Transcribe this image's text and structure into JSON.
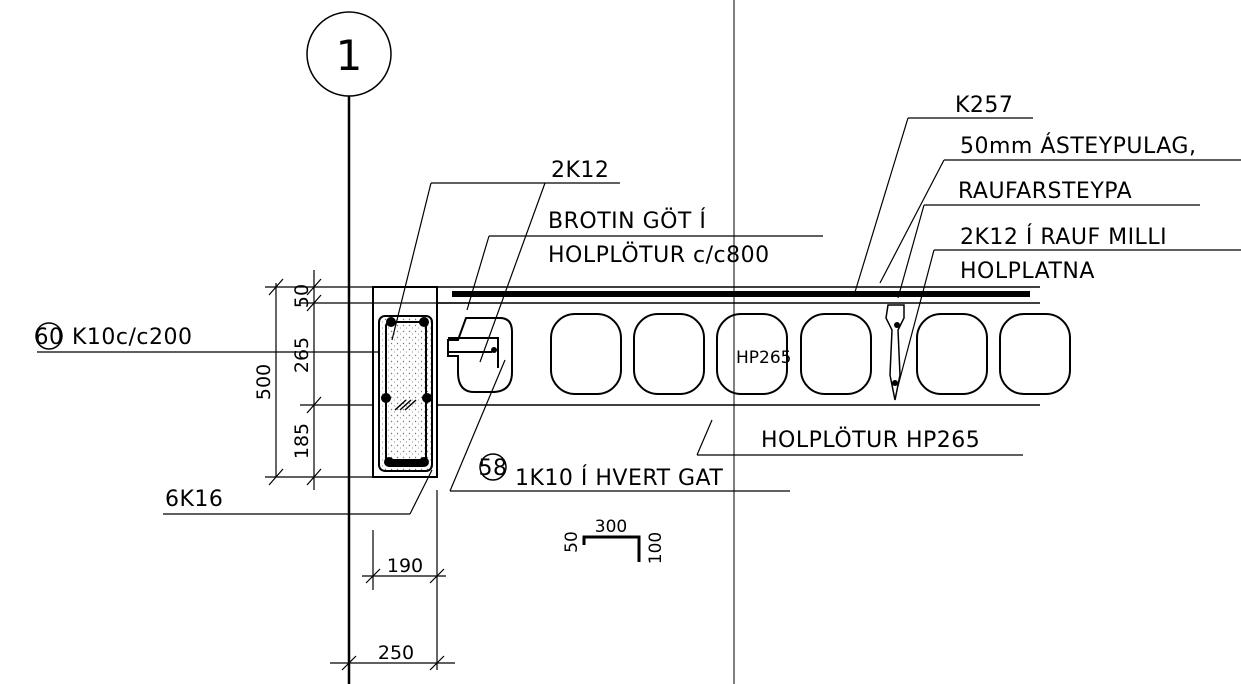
{
  "grid_marker": "1",
  "labels": {
    "k257": "K257",
    "topping": "50mm ÁSTEYPULAG,",
    "joint_concrete": "RAUFARSTEYPA",
    "bar_2k12_top": "2K12",
    "broken_holes": "BROTIN GÖT Í",
    "hollowcore_spacing": "HOLPLÖTUR c/c800",
    "bar_2k12_joint": "2K12 Í RAUF MILLI",
    "hollowcore_plates": "HOLPLATNA",
    "stirrups": "K10c/c200",
    "stirrups_mark": "60",
    "slab_type": "HP265",
    "hollowcore_slab": "HOLPLÖTUR HP265",
    "hole_bar_mark": "58",
    "hole_bar": "1K10 Í HVERT GAT",
    "main_bars": "6K16"
  },
  "dimensions": {
    "d50": "50",
    "d265": "265",
    "d185": "185",
    "d500": "500",
    "d190": "190",
    "d250": "250",
    "bend_50": "50",
    "bend_300": "300",
    "bend_100": "100"
  }
}
